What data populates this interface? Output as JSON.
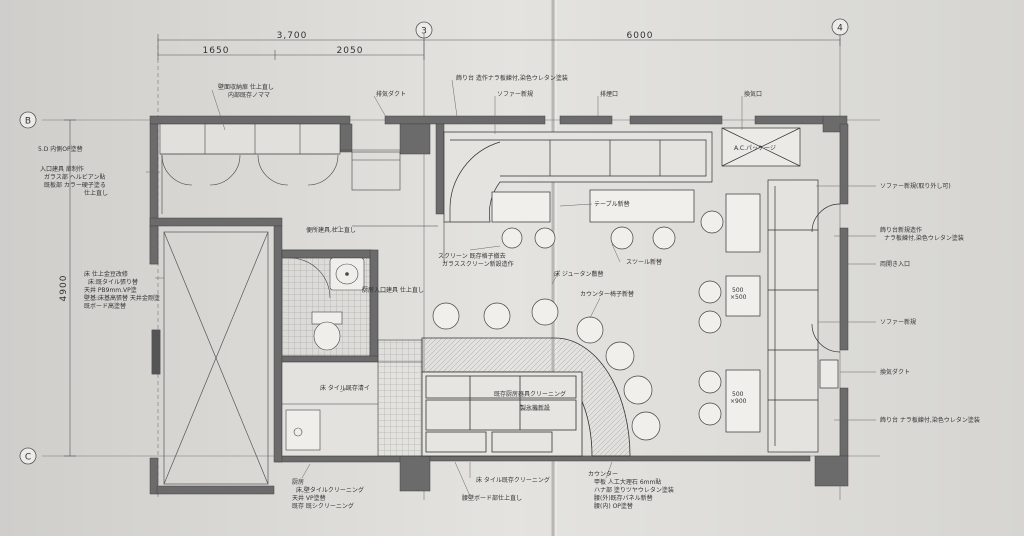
{
  "grid": {
    "b": "B",
    "c": "C",
    "col3": "3",
    "col4": "4"
  },
  "dims": {
    "d3700": "3,700",
    "d1650": "1650",
    "d2050": "2050",
    "d6000": "6000",
    "d4900": "4900"
  },
  "notes": {
    "left_0": "5.D 内側OP塗替",
    "left_1": "入口建具 扉制作",
    "left_2": "ガラス部 ヘルビアン貼",
    "left_3": "既板部 カラー硬子塗る",
    "left_4": "仕上直し",
    "left_5": "床 仕上金豆改修",
    "left_6": "床:既タイル張り替",
    "left_7": "天井 PB9mm.VP塗",
    "left_8": "壁基:床基高張替 天井金剛塗",
    "left_9": "既ボード高塗替",
    "top_0": "壁面収納扉 仕上直し",
    "top_1": "内部既存ノママ",
    "top_2": "排気ダクト",
    "top_3": "飾り台 造作ナラ板練付,染色ウレタン塗装",
    "top_4": "ソファー新規",
    "top_5": "排煙口",
    "top_6": "換気口",
    "ac": "A.C.パッケージ",
    "right_0": "ソファー新規(取り外し可)",
    "right_1": "飾り台新規造作",
    "right_2": "ナラ板練付,染色ウレタン塗装",
    "right_3": "両開き入口",
    "right_4": "ソファー新規",
    "right_5": "換気ダクト",
    "right_6": "飾り台 ナラ板練付,染色ウレタン塗装",
    "mid_0": "便所建具 仕上直し",
    "mid_1": "テーブル新替",
    "mid_2": "スクリーン 既存格子撤去",
    "mid_3": "ガラススクリーン新設造作",
    "mid_4": "スツール新替",
    "mid_5": "床 ジュータン敷替",
    "mid_6": "厨房入口建具 仕上直し",
    "mid_7": "カウンター椅子新替",
    "mid_8": "床 タイル既存清イ",
    "mid_9": "既存厨房器具クリーニング",
    "mid_10": "製氷機新設",
    "tbl_500a": "500",
    "tbl_500b": "×500",
    "tbl_500c": "500",
    "tbl_900": "×900",
    "bot_0": "厨房",
    "bot_1": "床,壁タイルクリーニング",
    "bot_2": "天井 VP塗替",
    "bot_3": "既存 既シクリーニング",
    "bot_4": "床 タイル既存クリーニング",
    "bot_5": "腰壁ボード部仕上直し",
    "bot_6": "カウンター",
    "bot_7": "甲板 人工大理石 6mm貼",
    "bot_8": "ハナ部 塗りツヤウレタン塗装",
    "bot_9": "腰(外)既存パネル新替",
    "bot_10": "腰(内) OP塗替"
  }
}
